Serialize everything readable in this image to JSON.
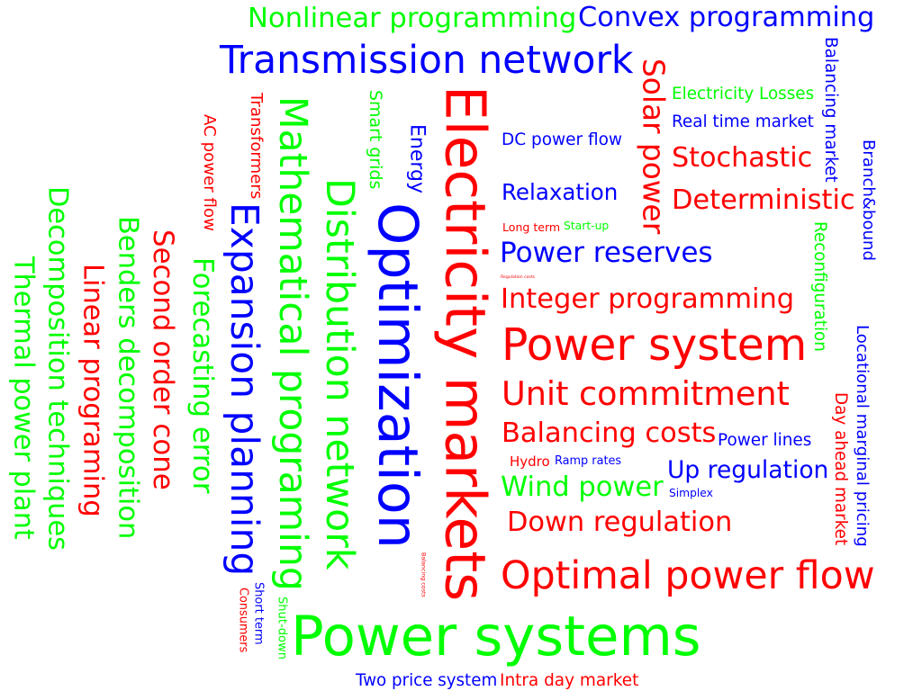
{
  "colors": {
    "red": "#ff0000",
    "green": "#00ff00",
    "blue": "#0000ff"
  },
  "words": [
    {
      "text": "Nonlinear programming",
      "color": "green",
      "orientation": "horizontal"
    },
    {
      "text": "Transmission network",
      "color": "blue",
      "orientation": "horizontal"
    },
    {
      "text": "DC power flow",
      "color": "blue",
      "orientation": "horizontal"
    },
    {
      "text": "Real time market",
      "color": "blue",
      "orientation": "horizontal"
    },
    {
      "text": "Electricity Losses",
      "color": "green",
      "orientation": "horizontal"
    },
    {
      "text": "Relaxation",
      "color": "blue",
      "orientation": "horizontal"
    },
    {
      "text": "Stochastic",
      "color": "red",
      "orientation": "horizontal"
    },
    {
      "text": "Deterministic",
      "color": "red",
      "orientation": "horizontal"
    },
    {
      "text": "Power reserves",
      "color": "blue",
      "orientation": "horizontal"
    },
    {
      "text": "Convex programming",
      "color": "blue",
      "orientation": "horizontal"
    },
    {
      "text": "Long term",
      "color": "red",
      "orientation": "horizontal"
    },
    {
      "text": "Integer programming",
      "color": "red",
      "orientation": "horizontal"
    },
    {
      "text": "Start-up",
      "color": "green",
      "orientation": "horizontal"
    },
    {
      "text": "Power system",
      "color": "red",
      "orientation": "horizontal"
    },
    {
      "text": "Ramp rates",
      "color": "blue",
      "orientation": "horizontal"
    },
    {
      "text": "Simplex",
      "color": "blue",
      "orientation": "horizontal"
    },
    {
      "text": "Regulation costs",
      "color": "red",
      "orientation": "horizontal"
    },
    {
      "text": "Unit commitment",
      "color": "red",
      "orientation": "horizontal"
    },
    {
      "text": "Balancing costs",
      "color": "red",
      "orientation": "horizontal"
    },
    {
      "text": "Down regulation",
      "color": "red",
      "orientation": "horizontal"
    },
    {
      "text": "Up regulation",
      "color": "blue",
      "orientation": "horizontal"
    },
    {
      "text": "Wind power",
      "color": "green",
      "orientation": "horizontal"
    },
    {
      "text": "Hydro",
      "color": "red",
      "orientation": "horizontal"
    },
    {
      "text": "Power lines",
      "color": "blue",
      "orientation": "horizontal"
    },
    {
      "text": "Intra day market",
      "color": "red",
      "orientation": "horizontal"
    },
    {
      "text": "Two price system",
      "color": "blue",
      "orientation": "horizontal"
    },
    {
      "text": "Power systems",
      "color": "green",
      "orientation": "horizontal"
    },
    {
      "text": "Optimal power flow",
      "color": "red",
      "orientation": "horizontal"
    },
    {
      "text": "Solar power",
      "color": "red",
      "orientation": "vertical"
    },
    {
      "text": "Balancing market",
      "color": "blue",
      "orientation": "vertical"
    },
    {
      "text": "Reconfiguration",
      "color": "green",
      "orientation": "vertical"
    },
    {
      "text": "Branch&bound",
      "color": "blue",
      "orientation": "vertical"
    },
    {
      "text": "Locational marginal pricing",
      "color": "blue",
      "orientation": "vertical"
    },
    {
      "text": "Day ahead market",
      "color": "red",
      "orientation": "vertical"
    },
    {
      "text": "Electricity markets",
      "color": "red",
      "orientation": "vertical"
    },
    {
      "text": "Optimization",
      "color": "blue",
      "orientation": "vertical"
    },
    {
      "text": "Energy",
      "color": "blue",
      "orientation": "vertical"
    },
    {
      "text": "Transformers",
      "color": "red",
      "orientation": "vertical"
    },
    {
      "text": "Mathematical programing",
      "color": "green",
      "orientation": "vertical"
    },
    {
      "text": "Smart grids",
      "color": "green",
      "orientation": "vertical"
    },
    {
      "text": "Distribution network",
      "color": "green",
      "orientation": "vertical"
    },
    {
      "text": "Expansion planning",
      "color": "blue",
      "orientation": "vertical"
    },
    {
      "text": "Decomposition techniques",
      "color": "green",
      "orientation": "vertical"
    },
    {
      "text": "Benders decomposition",
      "color": "green",
      "orientation": "vertical"
    },
    {
      "text": "Thermal power plant",
      "color": "green",
      "orientation": "vertical"
    },
    {
      "text": "Forecasting error",
      "color": "green",
      "orientation": "vertical"
    },
    {
      "text": "AC power flow",
      "color": "red",
      "orientation": "vertical"
    },
    {
      "text": "Linear programing",
      "color": "red",
      "orientation": "vertical"
    },
    {
      "text": "Second order cone",
      "color": "red",
      "orientation": "vertical"
    },
    {
      "text": "Short term",
      "color": "blue",
      "orientation": "vertical"
    },
    {
      "text": "Shut-down",
      "color": "green",
      "orientation": "vertical"
    },
    {
      "text": "Consumers",
      "color": "red",
      "orientation": "vertical"
    },
    {
      "text": "Balancing costs",
      "color": "red",
      "orientation": "vertical"
    }
  ]
}
